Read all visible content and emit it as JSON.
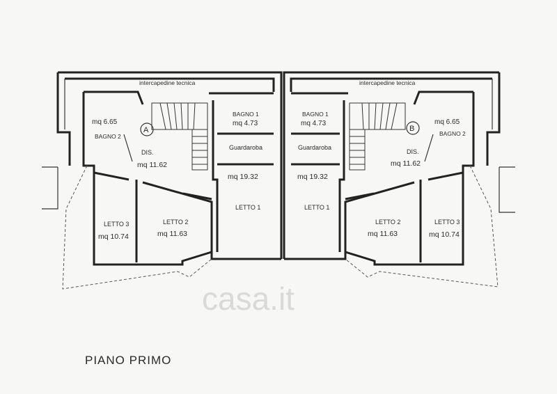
{
  "plan": {
    "title": "PIANO PRIMO",
    "watermark": "casa.it",
    "units": [
      {
        "marker": "A",
        "technical_space": "intercapedine tecnica",
        "rooms": {
          "bagno2": {
            "name": "BAGNO 2",
            "area": "mq  6.65"
          },
          "dis": {
            "name": "DIS.",
            "area": "mq  11.62"
          },
          "bagno1": {
            "name": "BAGNO  1",
            "area": "mq  4.73"
          },
          "guardaroba": {
            "name": "Guardaroba",
            "area": "mq  19.32"
          },
          "letto1": {
            "name": "LETTO 1"
          },
          "letto2": {
            "name": "LETTO 2",
            "area": "mq  11.63"
          },
          "letto3": {
            "name": "LETTO 3",
            "area": "mq  10.74"
          }
        }
      },
      {
        "marker": "B",
        "technical_space": "intercapedine tecnica",
        "rooms": {
          "bagno2": {
            "name": "BAGNO 2",
            "area": "mq  6.65"
          },
          "dis": {
            "name": "DIS.",
            "area": "mq  11.62"
          },
          "bagno1": {
            "name": "BAGNO  1",
            "area": "mq  4.73"
          },
          "guardaroba": {
            "name": "Guardaroba",
            "area": "mq  19.32"
          },
          "letto1": {
            "name": "LETTO 1"
          },
          "letto2": {
            "name": "LETTO 2",
            "area": "mq  11.63"
          },
          "letto3": {
            "name": "LETTO 3",
            "area": "mq  10.74"
          }
        }
      }
    ]
  }
}
